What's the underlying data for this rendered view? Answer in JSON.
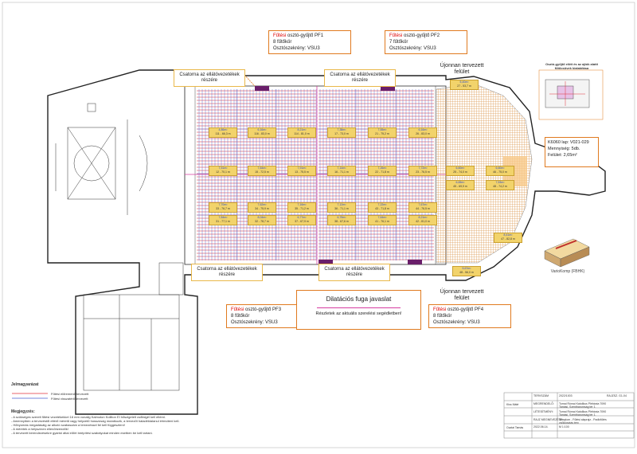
{
  "distributors": {
    "pf1": {
      "line1_red": "Fűtési",
      "line1": "osztó-gyűjtő  PF1",
      "line2": "8  fűtőkör",
      "line3": "Osztószekrény:  VSU3"
    },
    "pf2": {
      "line1_red": "Fűtési",
      "line1": "osztó-gyűjtő  PF2",
      "line2": "7  fűtőkör",
      "line3": "Osztószekrény:  VSU3"
    },
    "pf3": {
      "line1_red": "Fűtési",
      "line1": "osztó-gyűjtő  PF3",
      "line2": "8  fűtőkör",
      "line3": "Osztószekrény:  VSU3"
    },
    "pf4": {
      "line1_red": "Fűtési",
      "line1": "osztó-gyűjtő  PF4",
      "line2": "8  fűtőkör",
      "line3": "Osztószekrény:  VSU3"
    }
  },
  "supply_label_line1": "Csatorna az ellátóvezetékek",
  "supply_label_line2": "részére",
  "new_surface_label": "Újonnan tervezett felület",
  "dilatation": {
    "title": "Dilatációs fuga javaslat",
    "subtitle": "Részletek az aktuális szerelési segédletben!"
  },
  "k6060": {
    "line1": "K6060 lap:  V021-029",
    "line2": "Mennyiség:   5db.",
    "line3": "Felület:   2,65m²"
  },
  "varicomp_label": "VarioKomp (FBHK)",
  "detail_title": "Osztó-gyűjtő elött és az ajtók alatti fűtőcsövek kialakítása",
  "legend": {
    "title": "Jelmagyarázat",
    "supply": "Fűtési előremenő tervezett",
    "return": "Fűtési visszatérő tervezett"
  },
  "notes": {
    "title": "Megjegyzés:",
    "lines": [
      "- A szükséges szerelt fűtési vezetékekkel 16 mm vonalig Kalmoton Kolliton EI hőszigetelt csőfalgél kell eltérni.",
      "- Amennyiben a tervezéstől eltérő méretű vagy helyzetű hosszúság mutatkozik, a tervezőt haladéktalanul értesíteni kell.",
      "- Hőnyomás megadásáig az alkotó szabaszám a tervezéssel fel kell függeszteni!",
      "- A méretek a helyszínen ellenőrizendők!",
      "- A tervezett berendezésekre gyártói által előírt beépítési szabályokat minden esetben be kell tartani."
    ]
  },
  "zones": [
    {
      "area": "4,86m²",
      "len": "111 - 66,3 m"
    },
    {
      "area": "6,16m²",
      "len": "116 - 83,0 m"
    },
    {
      "area": "8,21m²",
      "len": "114 - 81,0 m"
    },
    {
      "area": "7,38m²",
      "len": "17 - 73,0 m"
    },
    {
      "area": "7,55m²",
      "len": "21 - 75,2 m"
    },
    {
      "area": "6,16m²",
      "len": "26 - 83,0 m"
    },
    {
      "area": "7,51m²",
      "len": "12 - 70,1 m"
    },
    {
      "area": "7,64m²",
      "len": "15 - 72,5 m"
    },
    {
      "area": "7,91m²",
      "len": "13 - 75,5 m"
    },
    {
      "area": "7,14m²",
      "len": "16 - 71,1 m"
    },
    {
      "area": "7,26m²",
      "len": "22 - 71,8 m"
    },
    {
      "area": "7,72m²",
      "len": "23 - 76,5 m"
    },
    {
      "area": "6,60m²",
      "len": "25 - 74,0 m"
    },
    {
      "area": "6,60m²",
      "len": "46 - 75,0 m"
    },
    {
      "area": "7,70m²",
      "len": "33 - 76,7 m"
    },
    {
      "area": "7,62m²",
      "len": "34 - 75,9 m"
    },
    {
      "area": "7,16m²",
      "len": "35 - 71,2 m"
    },
    {
      "area": "7,12m²",
      "len": "36 - 71,1 m"
    },
    {
      "area": "7,22m²",
      "len": "43 - 71,8 m"
    },
    {
      "area": "7,67m²",
      "len": "44 - 76,5 m"
    },
    {
      "area": "6,65m²",
      "len": "45 - 69,9 m"
    },
    {
      "area": "7,53m²",
      "len": "48 - 74,2 m"
    },
    {
      "area": "7,84m²",
      "len": "31 - 77,1 m"
    },
    {
      "area": "8,04m²",
      "len": "32 - 78,7 m"
    },
    {
      "area": "6,77m²",
      "len": "37 - 67,9 m"
    },
    {
      "area": "6,75m²",
      "len": "38 - 67,6 m"
    },
    {
      "area": "7,64m²",
      "len": "41 - 76,1 m"
    },
    {
      "area": "8,21m²",
      "len": "42 - 81,0 m"
    },
    {
      "area": "8,41m²",
      "len": "47 - 82,8 m"
    },
    {
      "area": "5,40m²",
      "len": "27 - 53,7 m"
    },
    {
      "area": "5,67m²",
      "len": "48 - 56,0 m"
    }
  ],
  "title_block": {
    "rows": [
      {
        "left": "TERVSZÁM",
        "mid": "2022/1003",
        "right": "RAJZSZ.  G1-04"
      },
      {
        "left": "MEGRENDELŐ:",
        "mid": "Tornai Római Katolikus Plébánia 7090 Tamási, Szentháromság tér 1."
      },
      {
        "left": "LÉTESÍTMÉNY:",
        "mid": "Tornai Római Katolikus Plébánia 7090 Tamási, Szentháromság tér 1."
      },
      {
        "left": "RAJZ MEGNEVEZÉSE:",
        "mid": "Templom - Fűtési alaprajz - Padlófűtés csőkiosztás terv"
      },
      {
        "left": "2022.06.14.",
        "mid": "M 1:100"
      }
    ],
    "designer": "Kiss Máté",
    "checker": "Csatai Tamás"
  },
  "colors": {
    "accent": "#e07a1f",
    "supply": "#e0303a",
    "return": "#4a5fd0",
    "wall": "#222222",
    "zone_yellow": "#f2d36b"
  }
}
